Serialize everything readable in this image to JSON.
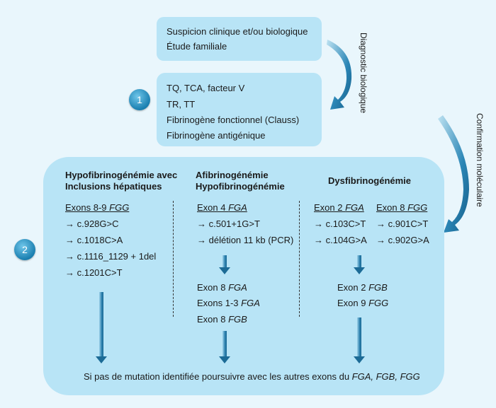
{
  "top_box": {
    "line1": "Suspicion clinique et/ou biologique",
    "line2": "Étude familiale"
  },
  "step1": {
    "badge": "1",
    "lines": [
      "TQ, TCA, facteur V",
      "TR, TT",
      "Fibrinogène fonctionnel (Clauss)",
      "Fibrinogène antigénique"
    ]
  },
  "side_labels": {
    "diagnostic": "Diagnostic biologique",
    "confirmation": "Confirmation moléculaire"
  },
  "step2": {
    "badge": "2",
    "col1": {
      "title1": "Hypofibrinogénémie avec",
      "title2": "Inclusions hépatiques",
      "exon_prefix": "Exons 8-9 ",
      "exon_gene": "FGG",
      "mutations": [
        "→ c.928G>C",
        "→ c.1018C>A",
        "→ c.1116_1129 + 1del",
        "→ c.1201C>T"
      ]
    },
    "col2": {
      "title1": "Afibrinogénémie",
      "title2": "Hypofibrinogénémie",
      "exon_prefix": "Exon 4 ",
      "exon_gene": "FGA",
      "mutations": [
        "→ c.501+1G>T",
        "→ délétion 11 kb (PCR)"
      ],
      "next": [
        {
          "prefix": "Exon 8 ",
          "gene": "FGA"
        },
        {
          "prefix": "Exons 1-3 ",
          "gene": "FGA"
        },
        {
          "prefix": "Exon 8 ",
          "gene": "FGB"
        }
      ]
    },
    "col3": {
      "title": "Dysfibrinogénémie",
      "left_exon_prefix": "Exon 2 ",
      "left_exon_gene": "FGA",
      "right_exon_prefix": "Exon 8 ",
      "right_exon_gene": "FGG",
      "left_mutations": [
        "→ c.103C>T",
        "→ c.104G>A"
      ],
      "right_mutations": [
        "→ c.901C>T",
        "→ c.902G>A"
      ],
      "next": [
        {
          "prefix": "Exon 2 ",
          "gene": "FGB"
        },
        {
          "prefix": "Exon 9 ",
          "gene": "FGG"
        }
      ]
    },
    "footer_prefix": "Si pas de mutation identifiée poursuivre avec les autres exons du ",
    "footer_genes": "FGA, FGB, FGG"
  },
  "colors": {
    "background": "#e9f6fc",
    "box": "#b8e4f6",
    "arrow": "#1c6b96"
  }
}
